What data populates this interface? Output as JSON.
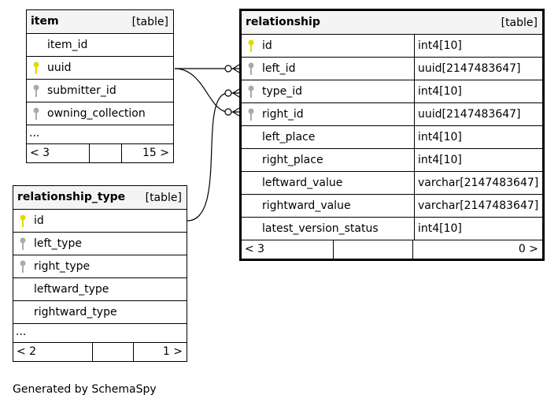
{
  "tables": {
    "item": {
      "name": "item",
      "kind": "[table]",
      "columns": [
        {
          "name": "item_id",
          "key": "none"
        },
        {
          "name": "uuid",
          "key": "primary"
        },
        {
          "name": "submitter_id",
          "key": "foreign"
        },
        {
          "name": "owning_collection",
          "key": "foreign"
        }
      ],
      "more": "...",
      "footer": {
        "left": "< 3",
        "right": "15 >"
      }
    },
    "relationship": {
      "name": "relationship",
      "kind": "[table]",
      "columns": [
        {
          "name": "id",
          "type": "int4[10]",
          "key": "primary"
        },
        {
          "name": "left_id",
          "type": "uuid[2147483647]",
          "key": "foreign"
        },
        {
          "name": "type_id",
          "type": "int4[10]",
          "key": "foreign"
        },
        {
          "name": "right_id",
          "type": "uuid[2147483647]",
          "key": "foreign"
        },
        {
          "name": "left_place",
          "type": "int4[10]",
          "key": "none"
        },
        {
          "name": "right_place",
          "type": "int4[10]",
          "key": "none"
        },
        {
          "name": "leftward_value",
          "type": "varchar[2147483647]",
          "key": "none"
        },
        {
          "name": "rightward_value",
          "type": "varchar[2147483647]",
          "key": "none"
        },
        {
          "name": "latest_version_status",
          "type": "int4[10]",
          "key": "none"
        }
      ],
      "footer": {
        "left": "< 3",
        "right": "0 >"
      }
    },
    "relationship_type": {
      "name": "relationship_type",
      "kind": "[table]",
      "columns": [
        {
          "name": "id",
          "key": "primary"
        },
        {
          "name": "left_type",
          "key": "foreign"
        },
        {
          "name": "right_type",
          "key": "foreign"
        },
        {
          "name": "leftward_type",
          "key": "none"
        },
        {
          "name": "rightward_type",
          "key": "none"
        }
      ],
      "more": "...",
      "footer": {
        "left": "< 2",
        "right": "1 >"
      }
    }
  },
  "generated_by": "Generated by SchemaSpy",
  "colors": {
    "primary_key": "#e6d800",
    "foreign_key": "#aaaaaa",
    "header_bg": "#f4f4f4"
  }
}
